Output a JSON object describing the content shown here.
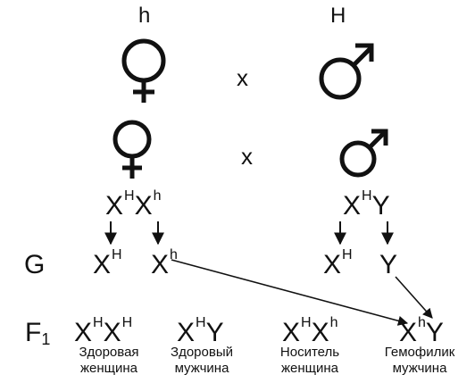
{
  "top_row": {
    "female_allele": "h",
    "male_allele": "H",
    "cross": "x"
  },
  "second_row": {
    "cross": "x"
  },
  "parents": {
    "female": {
      "base1": "X",
      "sup1": "H",
      "base2": "X",
      "sup2": "h"
    },
    "male": {
      "base1": "X",
      "sup1": "H",
      "base2": "Y",
      "sup2": ""
    }
  },
  "gametes": {
    "label": "G",
    "items": [
      {
        "base": "X",
        "sup": "H"
      },
      {
        "base": "X",
        "sup": "h"
      },
      {
        "base": "X",
        "sup": "H"
      },
      {
        "base": "Y",
        "sup": ""
      }
    ]
  },
  "offspring": {
    "label": "F",
    "label_sub": "1",
    "items": [
      {
        "base1": "X",
        "sup1": "H",
        "base2": "X",
        "sup2": "H",
        "line1": "Здоровая",
        "line2": "женщина"
      },
      {
        "base1": "X",
        "sup1": "H",
        "base2": "Y",
        "sup2": "",
        "line1": "Здоровый",
        "line2": "мужчина"
      },
      {
        "base1": "X",
        "sup1": "H",
        "base2": "X",
        "sup2": "h",
        "line1": "Носитель",
        "line2": "женщина"
      },
      {
        "base1": "X",
        "sup1": "h",
        "base2": "Y",
        "sup2": "",
        "line1": "Гемофилик",
        "line2": "мужчина"
      }
    ]
  }
}
